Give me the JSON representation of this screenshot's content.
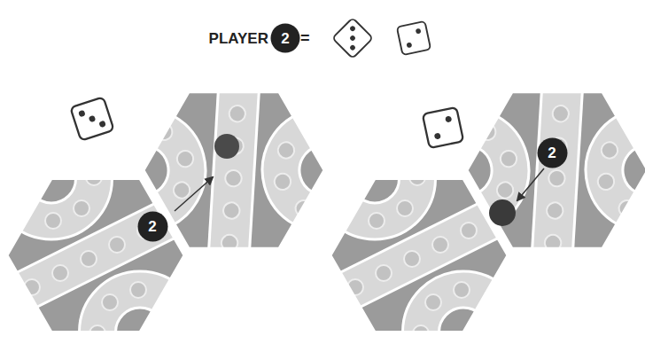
{
  "diagram": {
    "nodes": [
      {
        "text": [
          "2"
        ]
      },
      {
        "text": [
          "2"
        ]
      },
      {
        "text": [
          "2"
        ]
      }
    ],
    "labels": [
      "PLAYER",
      "="
    ]
  }
}
